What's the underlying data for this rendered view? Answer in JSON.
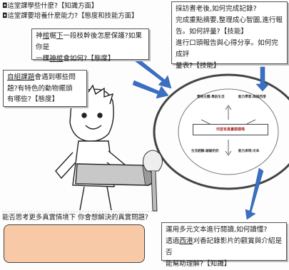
{
  "header": {
    "q1": "◘這堂課學些什麼?【知識方面】",
    "q2": "◘這堂課要培養什麼能力?【態度和技能方面】"
  },
  "box_top_left": {
    "line1_prefix": "神",
    "line1_ul": "棺",
    "line1_mid1": "椐",
    "line1_ul2": "下",
    "line1_rest": "一段枝幹後怎麼保護?如果你是",
    "line2_pre": "一棵",
    "line2_ul": "神棺",
    "line2_rest": "會如何?【態度】"
  },
  "box_mid_left": {
    "line1_ul": "自組課題",
    "line1_rest": "會遇到哪些問",
    "line2": "題?有特色的動物擺頭",
    "line3": "有哪些?【態度】"
  },
  "box_top_right": {
    "l1": "採訪耆老後,如何完成記錄?",
    "l2": "完成重點摘要,整理成心智圖,進行報",
    "l3": "告。如何評量?【技能】",
    "l4": "進行口頭報告與心得分享。如何完成評",
    "l5": "量表?【技能】"
  },
  "box_bottom_right": {
    "l1": "運用多元文本進行閱讀,如何讀懂?",
    "l2_pre": "透過",
    "l2_ul": "西港",
    "l2_mid": "刈",
    "l2_rest": "香記錄影片的觀賞與介紹是否",
    "l3": "能幫助理解?【知識】"
  },
  "bottom_question": "能否思考更多真實情境下 你會想解決的真實問題?",
  "diagram": {
    "center": "何首有真實樹樣嗎",
    "upper_left": "實務主題:尋訪生活",
    "upper_right": "能力學習:高雄西港",
    "mid_left": "生活經驗:爺爺奶奶",
    "mid_right": "能力表現:文本"
  },
  "colors": {
    "answer_fill": "#f7c9a6",
    "arrow": "#3a6fc4"
  }
}
